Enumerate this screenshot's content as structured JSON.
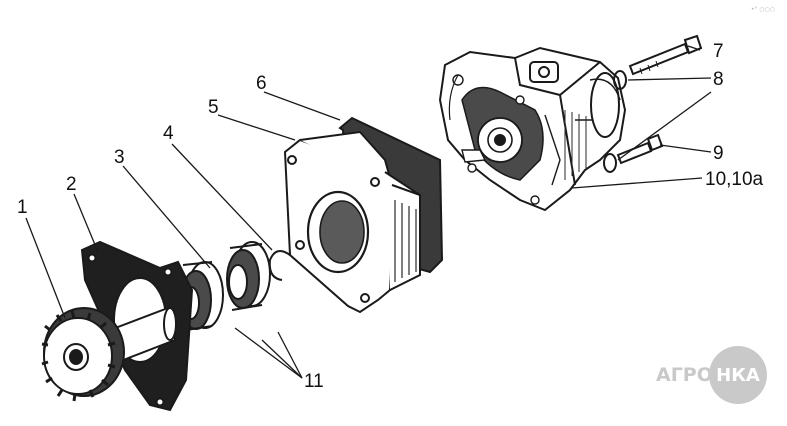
{
  "diagram": {
    "callouts": [
      {
        "id": "1",
        "label": "1"
      },
      {
        "id": "2",
        "label": "2"
      },
      {
        "id": "3",
        "label": "3"
      },
      {
        "id": "4",
        "label": "4"
      },
      {
        "id": "5",
        "label": "5"
      },
      {
        "id": "6",
        "label": "6"
      },
      {
        "id": "7",
        "label": "7"
      },
      {
        "id": "8",
        "label": "8"
      },
      {
        "id": "9",
        "label": "9"
      },
      {
        "id": "10",
        "label": "10,10a"
      },
      {
        "id": "11",
        "label": "11"
      }
    ],
    "line_color": "#1a1a1a",
    "shade_color": "#4a4a4a"
  },
  "watermark": {
    "left_text": "АГРО",
    "circle_text": "НКА",
    "color": "#c9c9c9"
  },
  "corner_mark": "•° ○○○"
}
